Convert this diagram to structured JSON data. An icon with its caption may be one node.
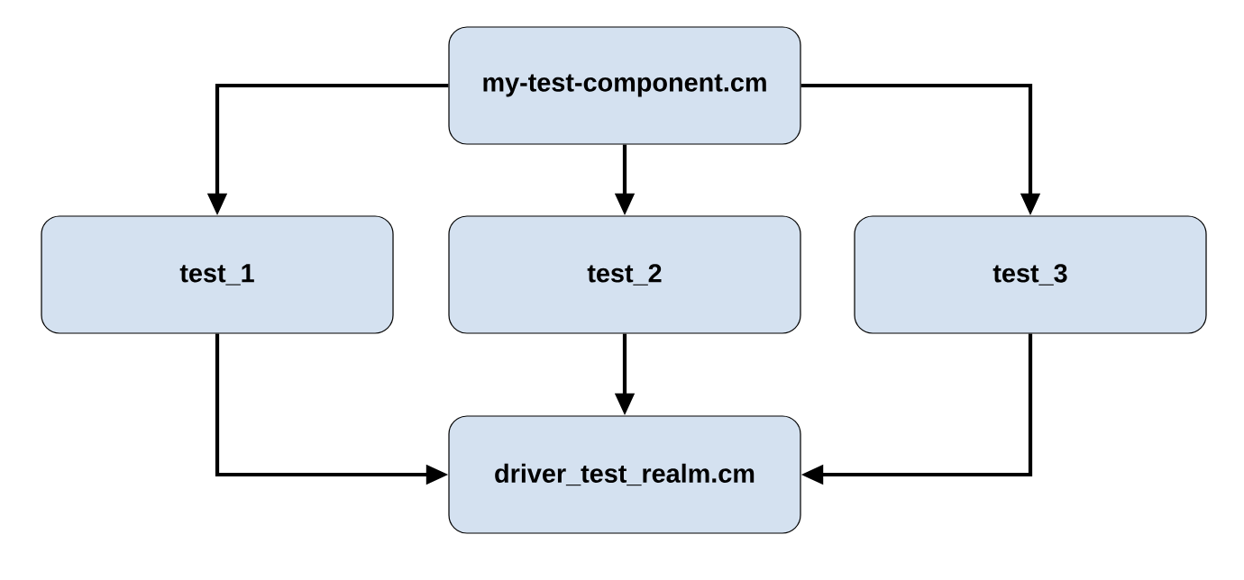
{
  "diagram": {
    "nodes": [
      {
        "text": [
          "my-test-component.cm"
        ]
      },
      {
        "text": [
          "test_1"
        ]
      },
      {
        "text": [
          "test_2"
        ]
      },
      {
        "text": [
          "test_3"
        ]
      },
      {
        "text": [
          "driver_test_realm.cm"
        ]
      }
    ],
    "edges": [
      {
        "from": 0,
        "to": 1,
        "arrow": "to"
      },
      {
        "from": 0,
        "to": 2,
        "arrow": "to"
      },
      {
        "from": 0,
        "to": 3,
        "arrow": "to"
      },
      {
        "from": 1,
        "to": 4,
        "arrow": "to"
      },
      {
        "from": 2,
        "to": 4,
        "arrow": "to"
      },
      {
        "from": 3,
        "to": 4,
        "arrow": "to"
      }
    ]
  }
}
